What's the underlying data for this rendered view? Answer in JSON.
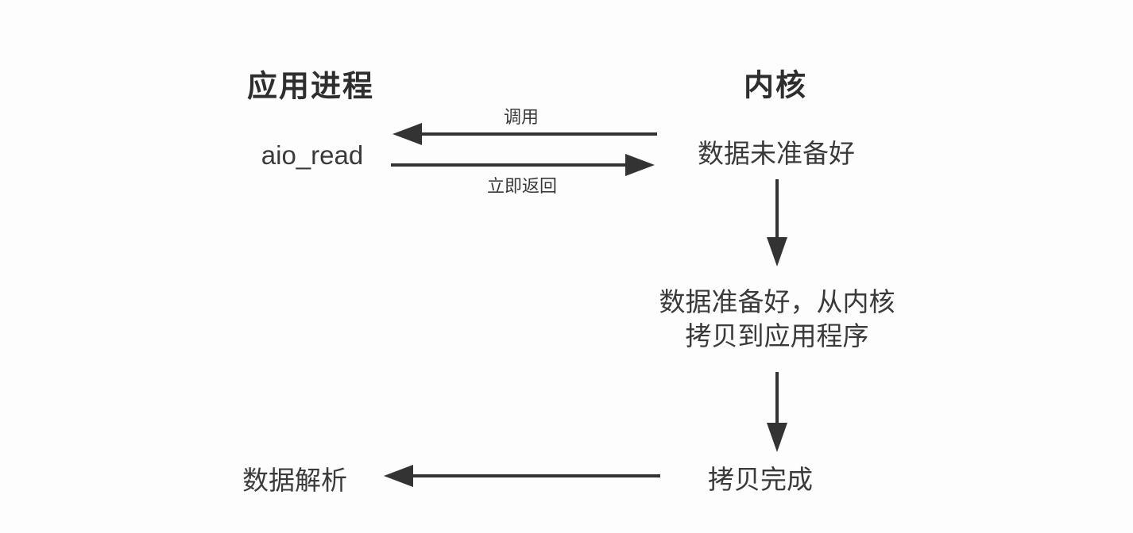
{
  "diagram": {
    "title_semantic": "aio_read asynchronous IO flow",
    "colors": {
      "background": "#fdfdfd",
      "text": "#3a3a3a",
      "heading": "#2e2e2e",
      "arrow": "#333333"
    },
    "headers": {
      "left": "应用进程",
      "right": "内核"
    },
    "nodes": {
      "aio_read": "aio_read",
      "data_not_ready": "数据未准备好",
      "data_ready_line1": "数据准备好，从内核",
      "data_ready_line2": "拷贝到应用程序",
      "copy_done": "拷贝完成",
      "data_parse": "数据解析"
    },
    "arrow_labels": {
      "call": "调用",
      "return_immediately": "立即返回"
    }
  }
}
